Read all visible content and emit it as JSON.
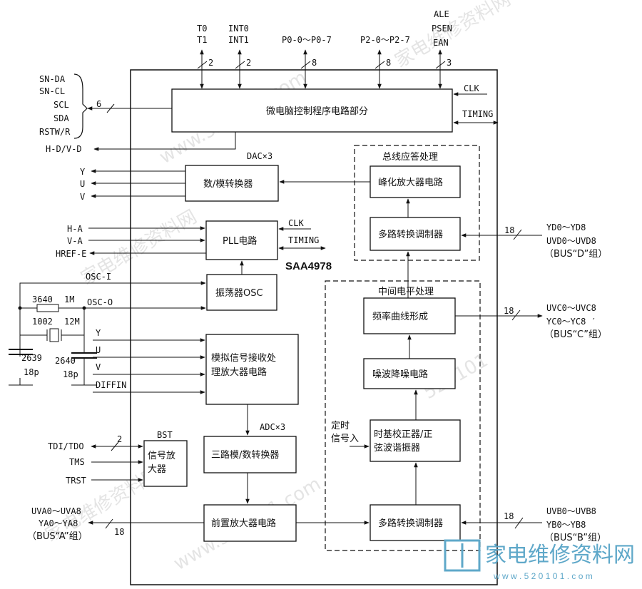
{
  "chip": "SAA4978",
  "top_pins": {
    "t": [
      "T0",
      "T1"
    ],
    "int": [
      "INT0",
      "INT1"
    ],
    "p0": "P0-0～P0-7",
    "p2": "P2-0～P2-7",
    "ale": [
      "ALE",
      "PSEN",
      "EAN"
    ],
    "bus_counts": [
      "2",
      "2",
      "8",
      "8",
      "3"
    ]
  },
  "left_signals": {
    "serial": [
      "SN-DA",
      "SN-CL",
      "SCL",
      "SDA",
      "RSTW/R"
    ],
    "serial_count": "6",
    "hd_vd": "H-D/V-D",
    "yuv_out": [
      "Y",
      "U",
      "V"
    ],
    "pll": [
      "H-A",
      "V-A",
      "HREF-E"
    ],
    "osc_i": "OSC-I",
    "osc_o": "OSC-O",
    "components": [
      "3640",
      "1M",
      "1002",
      "12M",
      "2639",
      "18p",
      "2640",
      "18p"
    ],
    "yuv_in": [
      "Y",
      "U",
      "V",
      "DIFFIN"
    ],
    "jtag": [
      "TDI/TDO",
      "TMS",
      "TRST"
    ],
    "jtag_count": "2",
    "bus_a": [
      "UVA0～UVA8",
      "YA0～YA8",
      "（BUS“A”组）"
    ],
    "bus_a_count": "18"
  },
  "blocks": {
    "mcu": "微电脑控制程序电路部分",
    "dac": "数/模转换器",
    "dac_label": "DAC×3",
    "pll": "PLL电路",
    "osc": "振荡器OSC",
    "analog_in": [
      "模拟信号接收处",
      "理放大器电路"
    ],
    "adc": "三路模/数转换器",
    "adc_label": "ADC×3",
    "bst_label": "BST",
    "signal_amp": [
      "信号放",
      "大器"
    ],
    "preamp": "前置放大器电路",
    "bus_group_title": "总线应答处理",
    "peaking": "峰化放大器电路",
    "mux_top": "多路转换调制器",
    "mid_group_title": "中间电平处理",
    "freq_curve": "频率曲线形成",
    "denoise": "噪波降噪电路",
    "timebase": [
      "时基校正器/正",
      "弦波谐振器"
    ],
    "timing_in": [
      "定时",
      "信号入"
    ],
    "mux_bottom": "多路转换调制器"
  },
  "right_signals": {
    "clk": "CLK",
    "timing": "TIMING",
    "bus_d": [
      "YD0～YD8",
      "UVD0～UVD8",
      "（BUS“D”组）"
    ],
    "bus_c": [
      "UVC0～UVC8",
      "YC0～YC8 ′",
      "（BUS“C”组）"
    ],
    "bus_b": [
      "UVB0～UVB8",
      "YB0～YB8",
      "（BUS“B”组）"
    ],
    "bus_count": "18"
  },
  "watermarks": [
    "家电维修资料网",
    "www.520101.com",
    "家电维修资料网",
    "520101",
    "家电维修资料网",
    "www.520101.com"
  ],
  "logo": {
    "title": "家电维修资料网",
    "url": "w w w . 5 2 0 1 0 1 . c o m",
    "color": "#5fa8c9"
  }
}
